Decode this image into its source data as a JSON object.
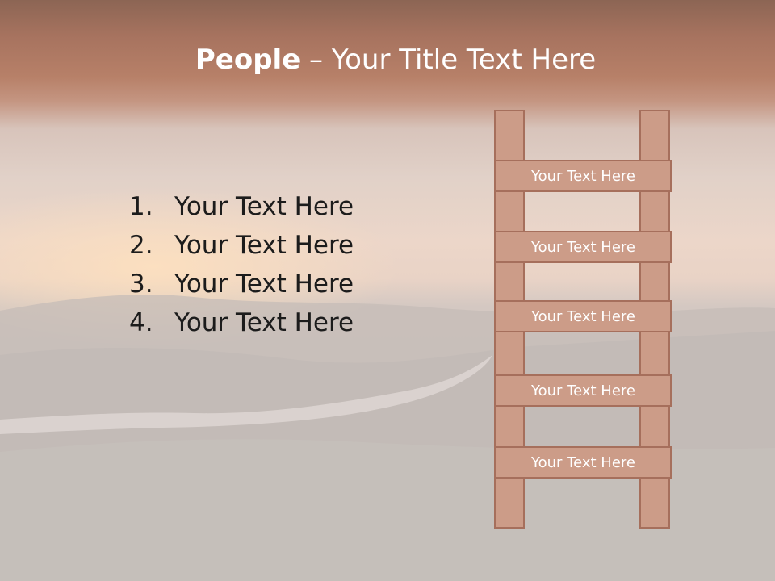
{
  "slide": {
    "title_bold": "People",
    "title_rest": " – Your Title Text Here",
    "list": [
      {
        "number": "1.",
        "text": "Your Text Here"
      },
      {
        "number": "2.",
        "text": "Your Text Here"
      },
      {
        "number": "3.",
        "text": "Your Text Here"
      },
      {
        "number": "4.",
        "text": "Your Text Here"
      }
    ],
    "ladder_rungs": [
      "Your Text Here",
      "Your Text Here",
      "Your Text Here",
      "Your Text Here",
      "Your Text Here"
    ]
  },
  "colors": {
    "header_band": "#a7735f",
    "ladder_fill": "#cc9c88",
    "ladder_border": "#a66f5c",
    "title_text": "#ffffff",
    "list_text": "#1c1c1c"
  }
}
